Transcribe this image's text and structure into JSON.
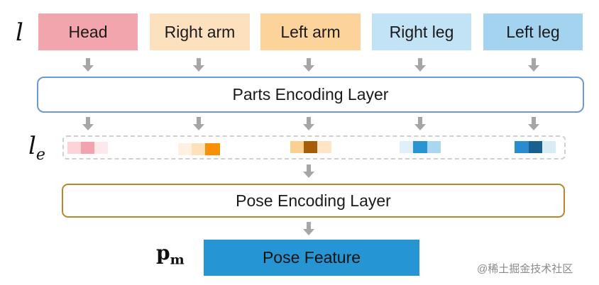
{
  "var_l": "l",
  "var_le": {
    "base": "l",
    "sub": "e"
  },
  "var_pm": {
    "base": "p",
    "sub": "m"
  },
  "parts": [
    {
      "label": "Head",
      "bg": "#f3a5ad"
    },
    {
      "label": "Right arm",
      "bg": "#fde1bf"
    },
    {
      "label": "Left arm",
      "bg": "#fdd39c"
    },
    {
      "label": "Right leg",
      "bg": "#c2e2f5"
    },
    {
      "label": "Left leg",
      "bg": "#a3d3ee"
    }
  ],
  "parts_encoding_layer": {
    "label": "Parts Encoding Layer",
    "border": "#6b9ad4"
  },
  "pose_encoding_layer": {
    "label": "Pose Encoding Layer",
    "border": "#b8862b"
  },
  "pose_feature": {
    "label": "Pose Feature",
    "bg": "#2596d3"
  },
  "embedding_colors": [
    [
      "#fbd3d8",
      "#f2a3ae",
      "#fde9ec"
    ],
    [
      "#fef1e2",
      "#fde0bc",
      "#f99108"
    ],
    [
      "#fbd091",
      "#a65d07",
      "#fde5c6"
    ],
    [
      "#dff0fa",
      "#2895d2",
      "#abd6ef"
    ],
    [
      "#2a8ccf",
      "#1a5f8f",
      "#d8ecf8"
    ]
  ],
  "watermark": "@稀土掘金技术社区"
}
